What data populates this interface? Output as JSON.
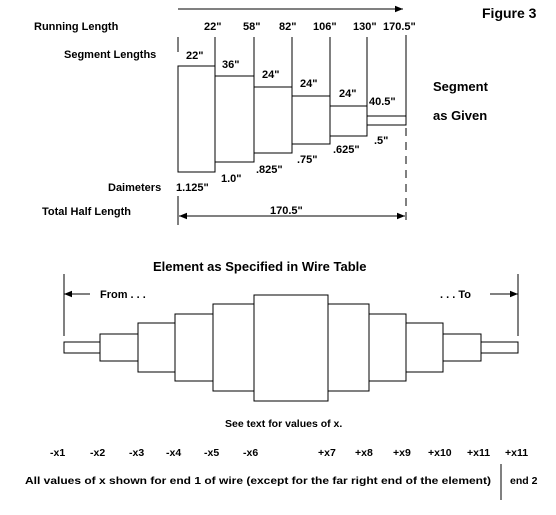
{
  "figure_label": "Figure 3",
  "top": {
    "running_length_label": "Running Length",
    "running_lengths": [
      "22\"",
      "58\"",
      "82\"",
      "106\"",
      "130\"",
      "170.5\""
    ],
    "segment_lengths_label": "Segment Lengths",
    "segment_lengths": [
      "22\"",
      "36\"",
      "24\"",
      "24\"",
      "24\"",
      "40.5\""
    ],
    "diameters_label": "Daimeters",
    "diameters": [
      "1.125\"",
      "1.0\"",
      ".825\"",
      ".75\"",
      ".625\"",
      ".5\""
    ],
    "total_half_length_label": "Total Half Length",
    "total_half_length": "170.5\"",
    "segment_caption_line1": "Segment",
    "segment_caption_line2": "as Given"
  },
  "bottom": {
    "title": "Element as Specified in Wire Table",
    "from_label": "From . . .",
    "to_label": ". . . To",
    "note": "See text for values of x.",
    "x_values": [
      "-x1",
      "-x2",
      "-x3",
      "-x4",
      "-x5",
      "-x6",
      "+x7",
      "+x8",
      "+x9",
      "+x10",
      "+x11",
      "+x11"
    ],
    "footer_text": "All values of x shown for end 1 of wire (except for the far right end of the element)",
    "footer_end": "end 2"
  }
}
